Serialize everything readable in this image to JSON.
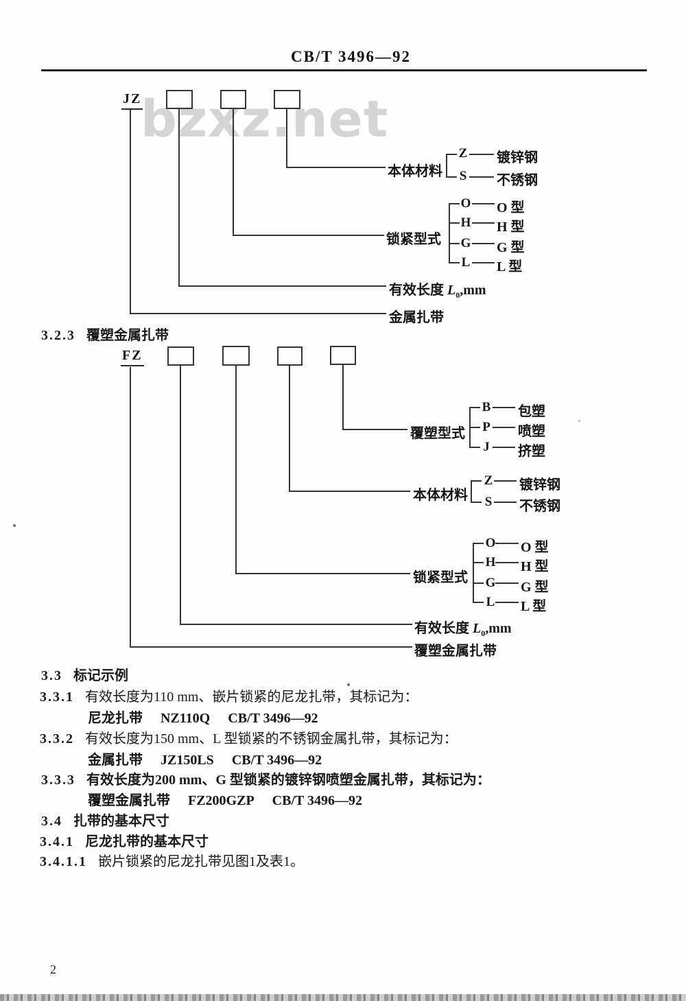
{
  "header": {
    "doc_number": "CB/T 3496—92"
  },
  "watermark": "bzxz.net",
  "diagram_jz": {
    "prefix": "JZ",
    "body_label": "本体材料",
    "body_options": [
      {
        "code": "Z",
        "term": "镀锌钢"
      },
      {
        "code": "S",
        "term": "不锈钢"
      }
    ],
    "lock_label": "锁紧型式",
    "lock_options": [
      {
        "code": "O",
        "term": "O 型"
      },
      {
        "code": "H",
        "term": "H 型"
      },
      {
        "code": "G",
        "term": "G 型"
      },
      {
        "code": "L",
        "term": "L 型"
      }
    ],
    "len_pre": "有效长度 ",
    "len_sym": "L",
    "len_sub": "0",
    "len_post": ",mm",
    "root": "金属扎带"
  },
  "section_323": {
    "num": "3.2.3",
    "title": "覆塑金属扎带"
  },
  "diagram_fz": {
    "prefix": "FZ",
    "coat_label": "覆塑型式",
    "coat_options": [
      {
        "code": "B",
        "term": "包塑"
      },
      {
        "code": "P",
        "term": "喷塑"
      },
      {
        "code": "J",
        "term": "挤塑"
      }
    ],
    "body_label": "本体材料",
    "body_options": [
      {
        "code": "Z",
        "term": "镀锌钢"
      },
      {
        "code": "S",
        "term": "不锈钢"
      }
    ],
    "lock_label": "锁紧型式",
    "lock_options": [
      {
        "code": "O",
        "term": "O 型"
      },
      {
        "code": "H",
        "term": "H 型"
      },
      {
        "code": "G",
        "term": "G 型"
      },
      {
        "code": "L",
        "term": "L 型"
      }
    ],
    "len_pre": "有效长度 ",
    "len_sym": "L",
    "len_sub": "0",
    "len_post": ",mm",
    "root": "覆塑金属扎带"
  },
  "sections": {
    "s33": {
      "num": "3.3",
      "text": "标记示例"
    },
    "s331": {
      "num": "3.3.1",
      "text": "有效长度为110 mm、嵌片锁紧的尼龙扎带，其标记为："
    },
    "d331": {
      "name": "尼龙扎带",
      "code": "NZ110Q",
      "std": "CB/T 3496—92"
    },
    "s332": {
      "num": "3.3.2",
      "text": "有效长度为150 mm、L 型锁紧的不锈钢金属扎带，其标记为："
    },
    "d332": {
      "name": "金属扎带",
      "code": "JZ150LS",
      "std": "CB/T 3496—92"
    },
    "s333": {
      "num": "3.3.3",
      "text": "有效长度为200 mm、G 型锁紧的镀锌钢喷塑金属扎带，其标记为："
    },
    "d333": {
      "name": "覆塑金属扎带",
      "code": "FZ200GZP",
      "std": "CB/T 3496—92"
    },
    "s34": {
      "num": "3.4",
      "text": "扎带的基本尺寸"
    },
    "s341": {
      "num": "3.4.1",
      "text": "尼龙扎带的基本尺寸"
    },
    "s3411": {
      "num": "3.4.1.1",
      "text": "嵌片锁紧的尼龙扎带见图1及表1。"
    }
  },
  "page_number": "2"
}
